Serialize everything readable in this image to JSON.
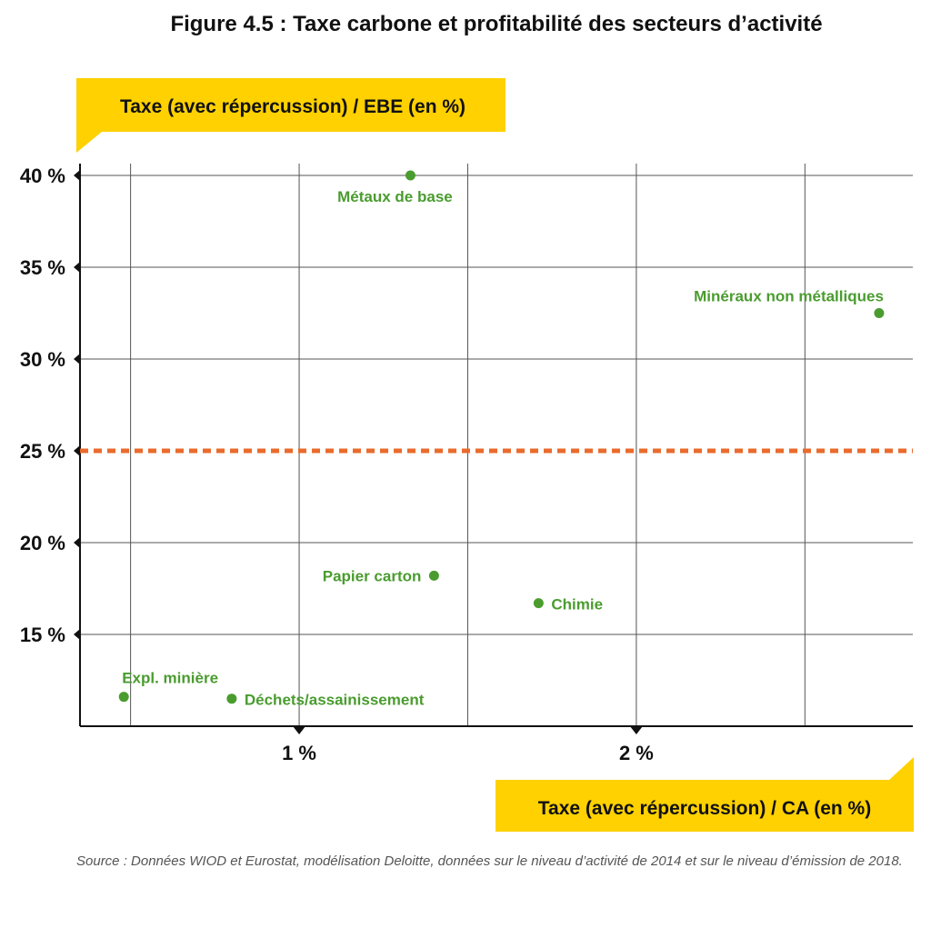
{
  "title": "Figure 4.5 : Taxe carbone et profitabilité des secteurs d’activité",
  "source": "Source : Données WIOD et Eurostat, modélisation Deloitte, données sur le niveau d’activité de 2014 et sur le niveau d’émission de 2018.",
  "colors": {
    "point": "#4a9c2f",
    "reference_line": "#e96b2d",
    "label_box": "#ffd100",
    "axis": "#111111",
    "grid": "#555555"
  },
  "chart_data": {
    "type": "scatter",
    "ylabel": "Taxe (avec répercussion) / EBE (en %)",
    "xlabel": "Taxe (avec répercussion) / CA (en %)",
    "xlim": [
      0.35,
      2.82
    ],
    "ylim": [
      10,
      40
    ],
    "x_ticks": [
      {
        "value": 1,
        "label": "1 %"
      },
      {
        "value": 2,
        "label": "2 %"
      }
    ],
    "x_gridlines": [
      0.5,
      1,
      1.5,
      2,
      2.5
    ],
    "y_ticks": [
      {
        "value": 15,
        "label": "15 %"
      },
      {
        "value": 20,
        "label": "20 %"
      },
      {
        "value": 25,
        "label": "25 %"
      },
      {
        "value": 30,
        "label": "30 %"
      },
      {
        "value": 35,
        "label": "35 %"
      },
      {
        "value": 40,
        "label": "40 %"
      }
    ],
    "grid": true,
    "reference_line": {
      "axis": "y",
      "value": 25,
      "style": "dashed"
    },
    "points": [
      {
        "label": "Métaux de base",
        "x": 1.33,
        "y": 40.0,
        "label_position": "below"
      },
      {
        "label": "Minéraux non métalliques",
        "x": 2.72,
        "y": 32.5,
        "label_position": "above-left"
      },
      {
        "label": "Papier carton",
        "x": 1.4,
        "y": 18.2,
        "label_position": "left"
      },
      {
        "label": "Chimie",
        "x": 1.71,
        "y": 16.7,
        "label_position": "right"
      },
      {
        "label": "Expl. minière",
        "x": 0.48,
        "y": 11.6,
        "label_position": "above-right"
      },
      {
        "label": "Déchets/assainissement",
        "x": 0.8,
        "y": 11.5,
        "label_position": "right"
      }
    ]
  }
}
